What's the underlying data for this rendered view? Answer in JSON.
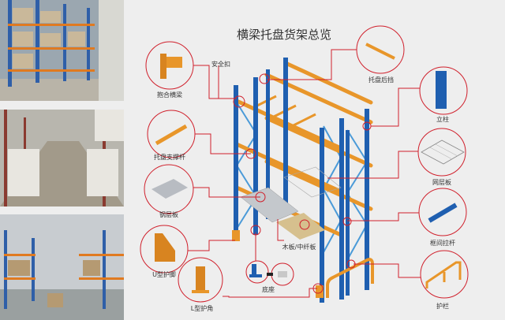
{
  "title": "横梁托盘货架总览",
  "labels": {
    "safety_clip": "安全扣",
    "box_beam": "抱合横梁",
    "pallet_support": "托盘支撑杆",
    "steel_deck": "钢层板",
    "u_guard": "U型护脚",
    "l_guard": "L型护角",
    "base_plate": "底座",
    "wood_board": "木板/中纤板",
    "pallet_stop": "托盘后挡",
    "upright": "立柱",
    "wire_deck": "网层板",
    "row_spacer": "框间拉杆",
    "guard_rail": "护栏"
  },
  "colors": {
    "upright": "#1f5fb0",
    "beam": "#e8962a",
    "callout": "#d0202c",
    "brace": "#4a9ad8"
  }
}
